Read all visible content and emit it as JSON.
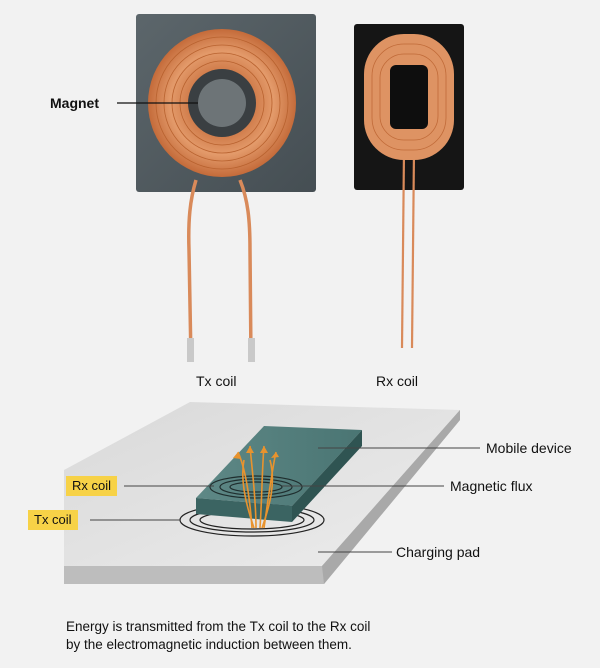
{
  "photos": {
    "magnet_label": "Magnet",
    "tx_coil_label": "Tx coil",
    "rx_coil_label": "Rx coil"
  },
  "illustration": {
    "mobile_device_label": "Mobile device",
    "magnetic_flux_label": "Magnetic flux",
    "charging_pad_label": "Charging pad",
    "rx_coil_tag": "Rx coil",
    "tx_coil_tag": "Tx coil"
  },
  "caption": {
    "line1": "Energy is transmitted from the Tx coil to the Rx coil",
    "line2": "by the electromagnetic induction between them."
  },
  "colors": {
    "copper": "#d98a5a",
    "slab_gray": "#505a5f",
    "device_teal": "#4e7a78",
    "tag_yellow": "#f7d247",
    "flux_orange": "#e8932e"
  }
}
